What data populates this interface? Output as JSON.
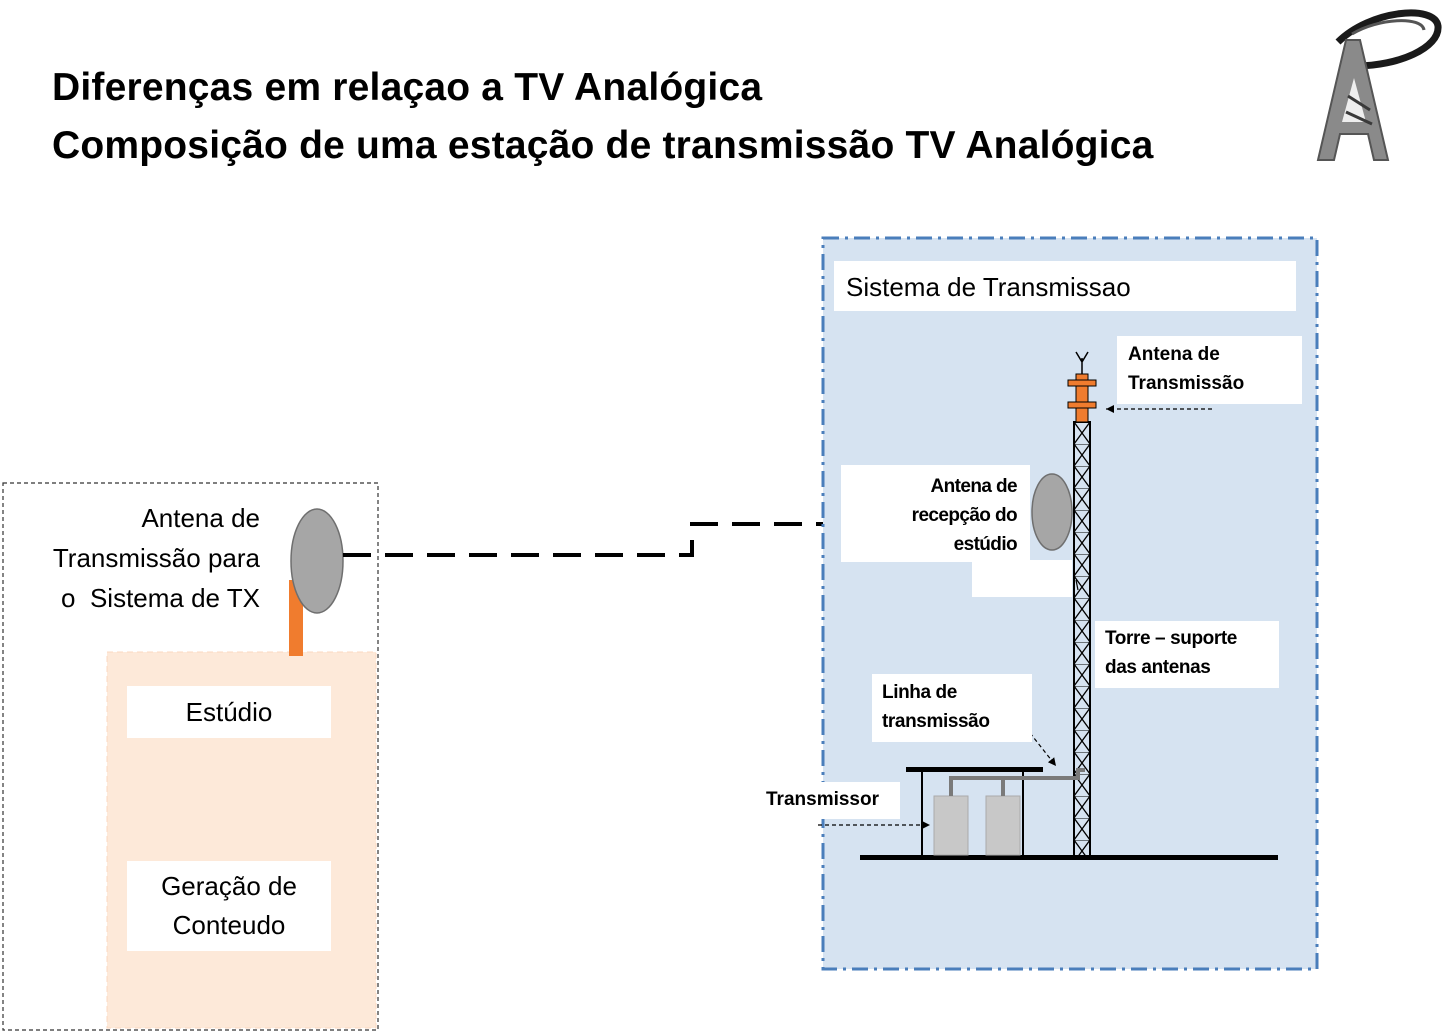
{
  "title_line1": "Diferenças em relaçao a TV Analógica",
  "title_line2": "Composição de uma estação de transmissão TV Analógica",
  "left_antenna_label": [
    "Antena de",
    "Transmissão para",
    "o  Sistema de TX"
  ],
  "studio_label": "Estúdio",
  "content_label": [
    "Geração de",
    "Conteudo"
  ],
  "tx_system_title": "Sistema de Transmissao",
  "tx_antenna_label": [
    "Antena de",
    "Transmissão"
  ],
  "rx_antenna_label": [
    "Antena de",
    "recepção do",
    "estúdio"
  ],
  "tower_label": [
    "Torre – suporte",
    "das antenas"
  ],
  "line_label": [
    "Linha de",
    "transmissão"
  ],
  "transmitter_label": "Transmissor",
  "colors": {
    "tx_panel_fill": "#d6e3f1",
    "tx_panel_border": "#4a7ebb",
    "studio_fill": "#fde9d9",
    "antenna_orange": "#f07c2e",
    "dish_gray": "#a6a6a6",
    "transmitter_gray": "#c8c8c8",
    "logo_gray": "#7f7f7f"
  },
  "logo": {
    "letter": "A",
    "icon": "tower-logo-icon"
  }
}
